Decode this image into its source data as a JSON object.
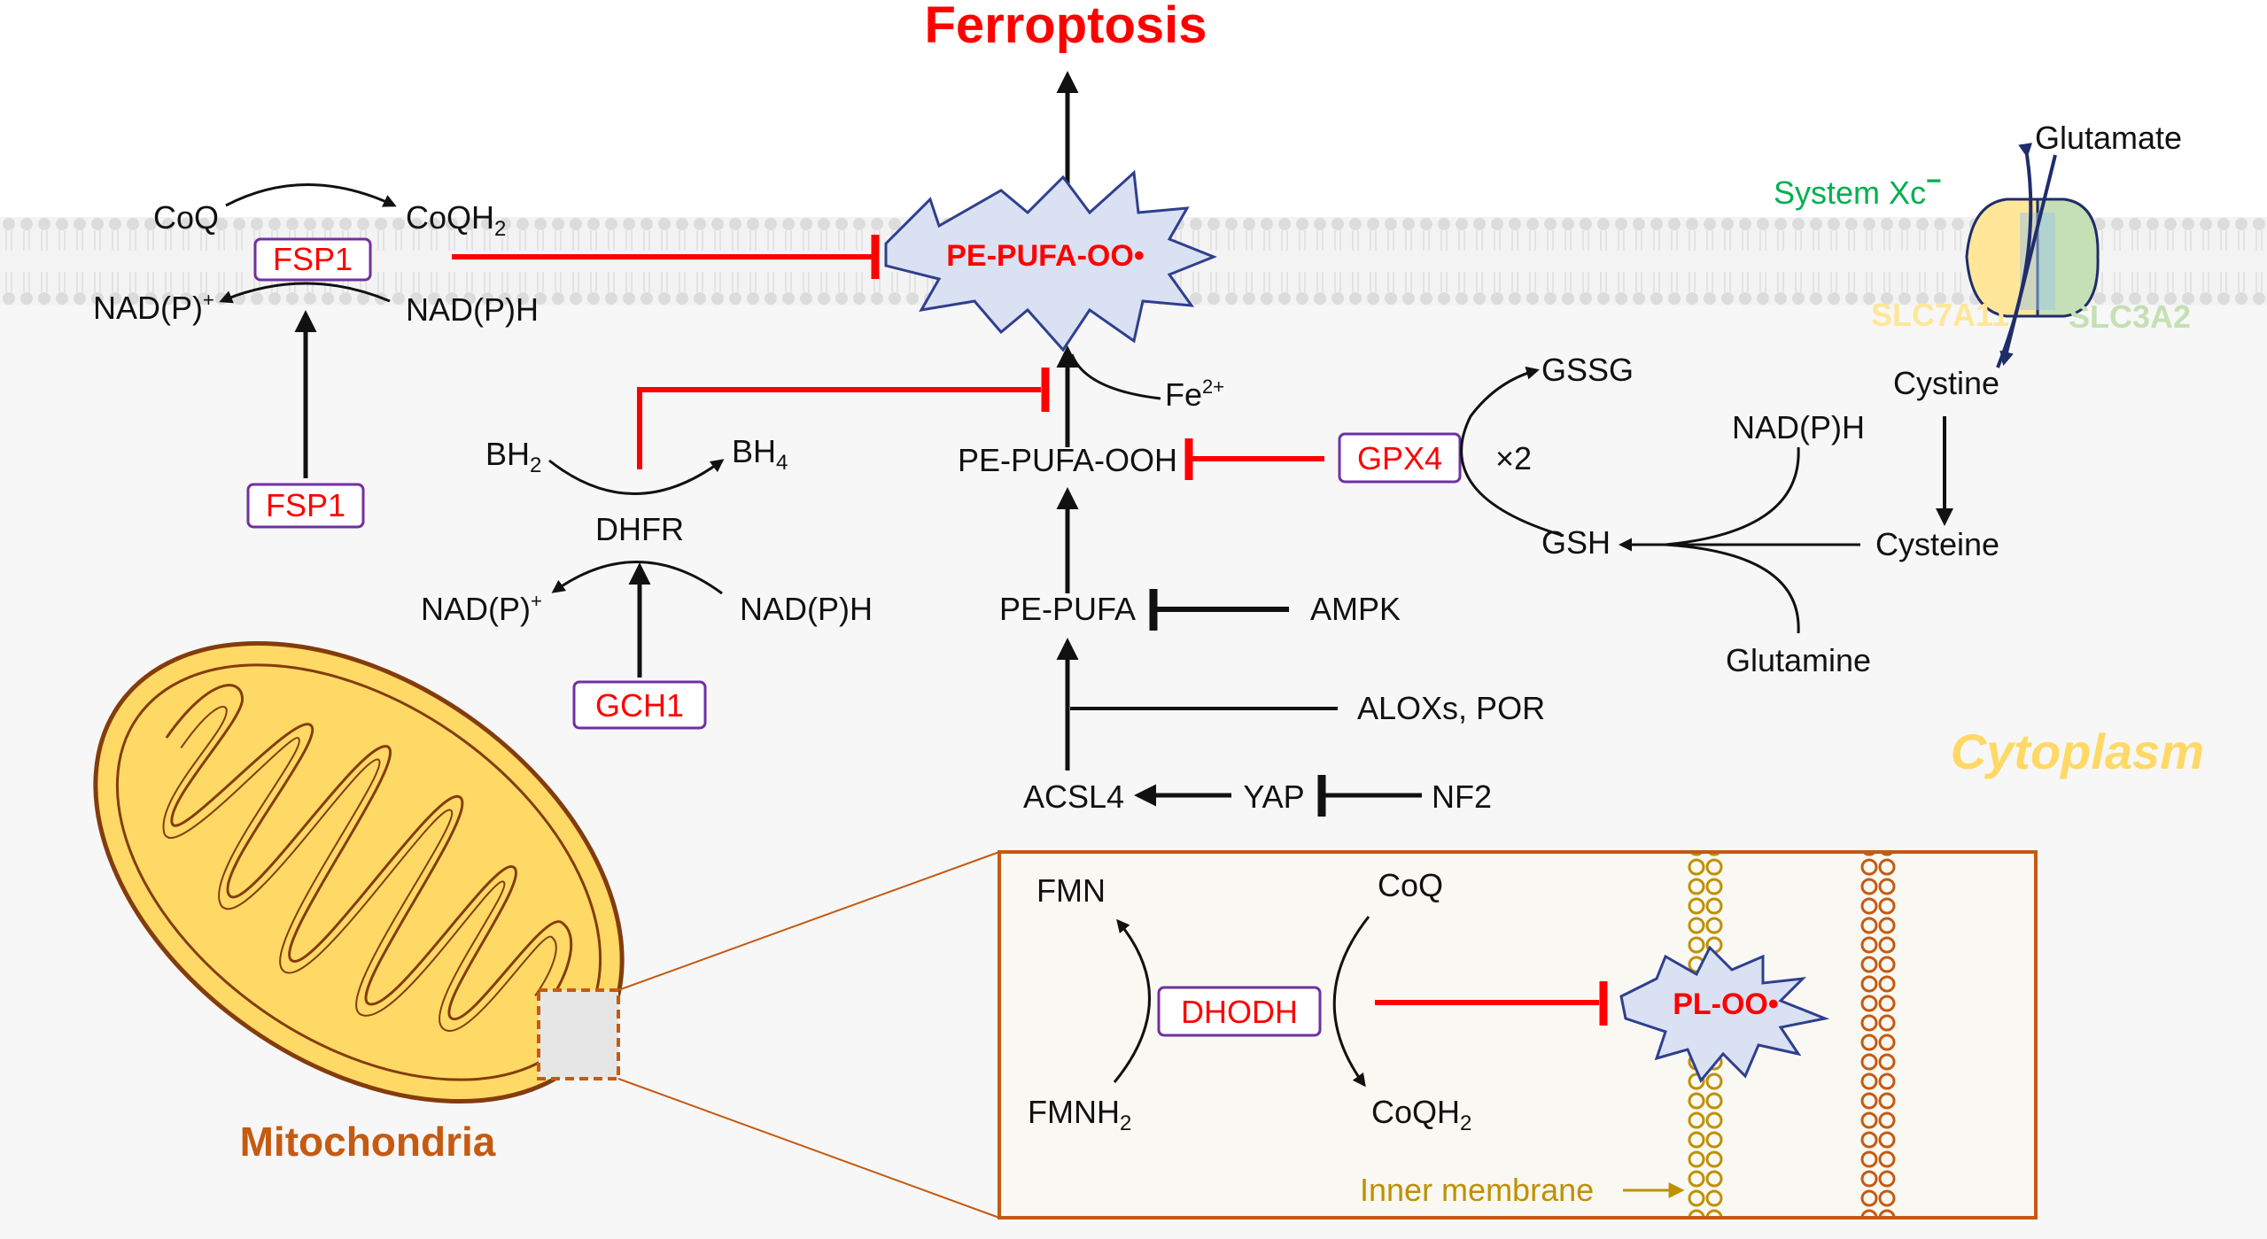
{
  "title": "Ferroptosis",
  "regions": {
    "cytoplasm": "Cytoplasm",
    "mitochondria": "Mitochondria",
    "inner_membrane": "Inner membrane"
  },
  "nodes": {
    "pe_pufa_oo": "PE-PUFA-OO•",
    "pe_pufa_ooh": "PE-PUFA-OOH",
    "pe_pufa": "PE-PUFA",
    "acsl4": "ACSL4",
    "yap": "YAP",
    "nf2": "NF2",
    "ampk": "AMPK",
    "aloxs_por": "ALOXs, POR",
    "fe2": "Fe",
    "fe2_sup": "2+",
    "coq_top": "CoQ",
    "coqh_top": "CoQH",
    "coqh_top_sub": "2",
    "nadp_plus_left": "NAD(P)",
    "nadp_plus_left_sup": "+",
    "nadph_left": "NAD(P)H",
    "bh2": "BH",
    "bh2_sub": "2",
    "bh4": "BH",
    "bh4_sub": "4",
    "dhfr": "DHFR",
    "nadp_plus_mid": "NAD(P)",
    "nadp_plus_mid_sup": "+",
    "nadph_mid": "NAD(P)H",
    "gssg": "GSSG",
    "x2": "×2",
    "gsh": "GSH",
    "nadph_right": "NAD(P)H",
    "glutamine": "Glutamine",
    "cysteine": "Cysteine",
    "cystine": "Cystine",
    "glutamate": "Glutamate",
    "system_xc": "System Xc",
    "system_xc_sup": "−",
    "slc7a11": "SLC7A11",
    "slc3a2": "SLC3A2",
    "fmn": "FMN",
    "fmnh2": "FMNH",
    "fmnh2_sub": "2",
    "coq_mito": "CoQ",
    "coqh_mito": "CoQH",
    "coqh_mito_sub": "2",
    "pl_oo": "PL-OO•"
  },
  "boxes": {
    "fsp1_top": "FSP1",
    "fsp1_bottom": "FSP1",
    "gch1": "GCH1",
    "gpx4": "GPX4",
    "dhodh": "DHODH"
  },
  "colors": {
    "inhibit_red": "#ff0000",
    "box_border": "#7030a0",
    "cytoplasm_text": "#ffd966",
    "mito_text": "#c55a11",
    "system_xc_text": "#00b050",
    "slc7a11_text": "#ffe699",
    "slc3a2_text": "#c5e0b4",
    "inner_membrane_text": "#bf9000",
    "star_fill": "#d9e1f2",
    "star_stroke": "#2f3f8f"
  }
}
